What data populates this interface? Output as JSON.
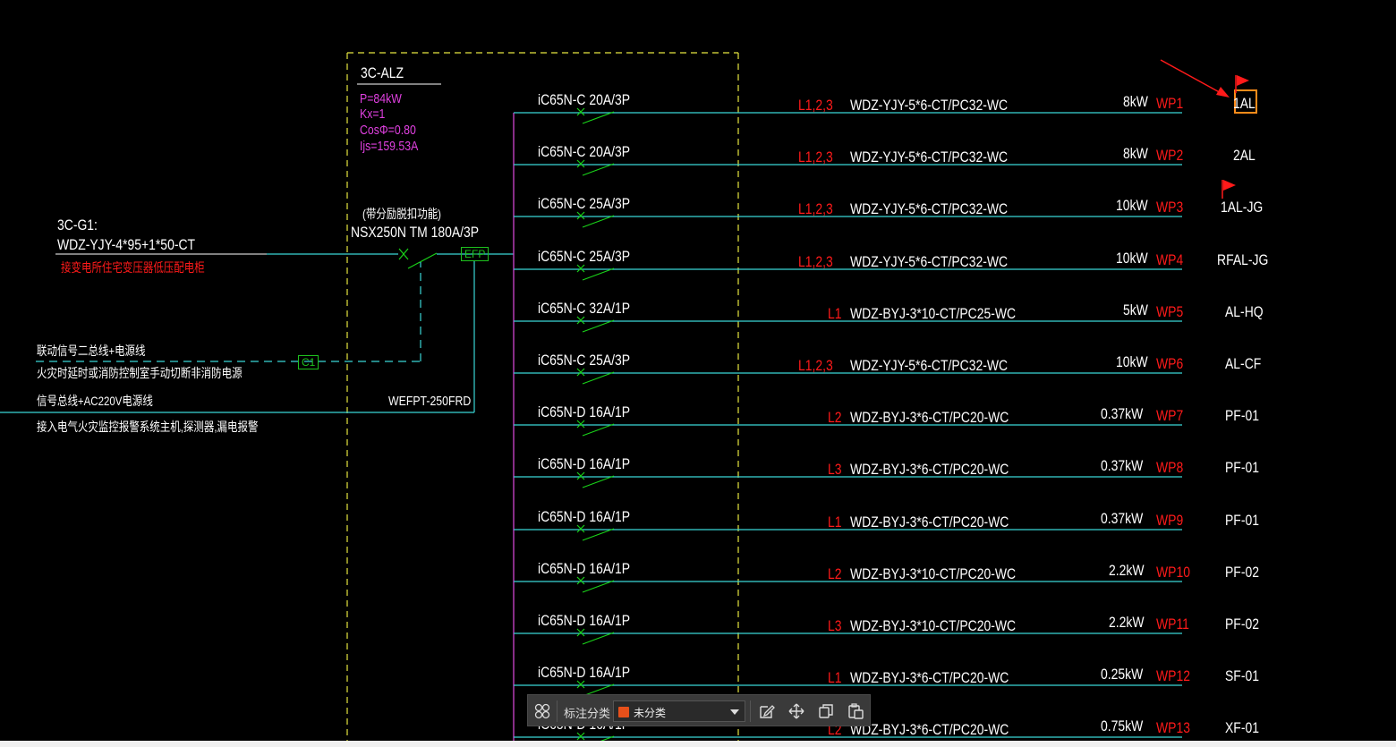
{
  "panel": {
    "name": "3C-ALZ",
    "params": [
      "P=84kW",
      "Kx=1",
      "CosΦ=0.80",
      "Ijs=159.53A"
    ]
  },
  "incoming": {
    "id": "3C-G1:",
    "cable": "WDZ-YJY-4*95+1*50-CT",
    "note": "接变电所住宅变压器低压配电柜"
  },
  "main_breaker": {
    "note": "(带分励脱扣功能)",
    "model": "NSX250N TM 180A/3P",
    "efp_tag": "EFP",
    "efp_model": "WEFPT-250FRD"
  },
  "signals": {
    "line1": "联动信号二总线+电源线",
    "line2": "火灾时延时或消防控制室手动切断非消防电源",
    "c1_tag": "C1",
    "line3": "信号总线+AC220V电源线",
    "line4": "接入电气火灾监控报警系统主机,探测器,漏电报警"
  },
  "circuits": [
    {
      "breaker": "iC65N-C 20A/3P",
      "phase": "L1,2,3",
      "cable": "WDZ-YJY-5*6-CT/PC32-WC",
      "power": "8kW",
      "wp": "WP1",
      "load": "1AL"
    },
    {
      "breaker": "iC65N-C 20A/3P",
      "phase": "L1,2,3",
      "cable": "WDZ-YJY-5*6-CT/PC32-WC",
      "power": "8kW",
      "wp": "WP2",
      "load": "2AL"
    },
    {
      "breaker": "iC65N-C 25A/3P",
      "phase": "L1,2,3",
      "cable": "WDZ-YJY-5*6-CT/PC32-WC",
      "power": "10kW",
      "wp": "WP3",
      "load": "1AL-JG"
    },
    {
      "breaker": "iC65N-C 25A/3P",
      "phase": "L1,2,3",
      "cable": "WDZ-YJY-5*6-CT/PC32-WC",
      "power": "10kW",
      "wp": "WP4",
      "load": "RFAL-JG"
    },
    {
      "breaker": "iC65N-C 32A/1P",
      "phase": "L1",
      "cable": "WDZ-BYJ-3*10-CT/PC25-WC",
      "power": "5kW",
      "wp": "WP5",
      "load": "AL-HQ"
    },
    {
      "breaker": "iC65N-C 25A/3P",
      "phase": "L1,2,3",
      "cable": "WDZ-YJY-5*6-CT/PC32-WC",
      "power": "10kW",
      "wp": "WP6",
      "load": "AL-CF"
    },
    {
      "breaker": "iC65N-D 16A/1P",
      "phase": "L2",
      "cable": "WDZ-BYJ-3*6-CT/PC20-WC",
      "power": "0.37kW",
      "wp": "WP7",
      "load": "PF-01"
    },
    {
      "breaker": "iC65N-D 16A/1P",
      "phase": "L3",
      "cable": "WDZ-BYJ-3*6-CT/PC20-WC",
      "power": "0.37kW",
      "wp": "WP8",
      "load": "PF-01"
    },
    {
      "breaker": "iC65N-D 16A/1P",
      "phase": "L1",
      "cable": "WDZ-BYJ-3*6-CT/PC20-WC",
      "power": "0.37kW",
      "wp": "WP9",
      "load": "PF-01"
    },
    {
      "breaker": "iC65N-D 16A/1P",
      "phase": "L2",
      "cable": "WDZ-BYJ-3*10-CT/PC20-WC",
      "power": "2.2kW",
      "wp": "WP10",
      "load": "PF-02"
    },
    {
      "breaker": "iC65N-D 16A/1P",
      "phase": "L3",
      "cable": "WDZ-BYJ-3*10-CT/PC20-WC",
      "power": "2.2kW",
      "wp": "WP11",
      "load": "PF-02"
    },
    {
      "breaker": "iC65N-D 16A/1P",
      "phase": "L1",
      "cable": "WDZ-BYJ-3*6-CT/PC20-WC",
      "power": "0.25kW",
      "wp": "WP12",
      "load": "SF-01"
    },
    {
      "breaker": "iC65N-D 16A/1P",
      "phase": "L2",
      "cable": "WDZ-BYJ-3*6-CT/PC20-WC",
      "power": "0.75kW",
      "wp": "WP13",
      "load": "XF-01"
    }
  ],
  "toolbar": {
    "label": "标注分类",
    "selected": "未分类",
    "swatch_color": "#e8501a",
    "icons": [
      "grid-icon",
      "edit-icon",
      "move-icon",
      "copy-icon",
      "paste-icon"
    ]
  },
  "colors": {
    "wire": "#3ad6d6",
    "breaker": "#19d219",
    "bus": "#c040c0",
    "frame": "#e6e640",
    "annotation": "#ff1a1a"
  }
}
